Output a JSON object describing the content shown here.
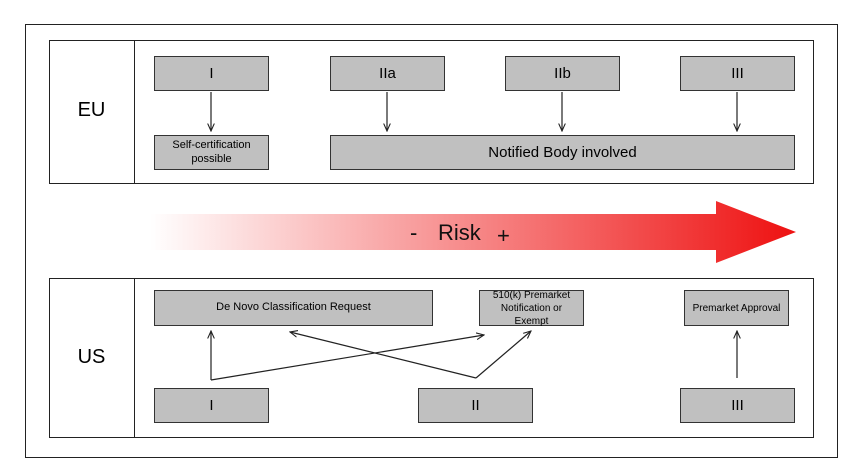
{
  "eu": {
    "label": "EU",
    "classes": [
      "I",
      "IIa",
      "IIb",
      "III"
    ],
    "self_cert": "Self-certification possible",
    "notified_body": "Notified Body involved"
  },
  "risk": {
    "minus": "-",
    "label": "Risk",
    "plus": "+",
    "color_start": "#ffffff",
    "color_end": "#ee1111"
  },
  "us": {
    "label": "US",
    "classes": [
      "I",
      "II",
      "III"
    ],
    "de_novo": "De Novo Classification Request",
    "k510": "510(k) Premarket Notification or Exempt",
    "pma": "Premarket Approval"
  },
  "colors": {
    "box_fill": "#c0c0c0",
    "box_border": "#333333",
    "line": "#222222"
  }
}
